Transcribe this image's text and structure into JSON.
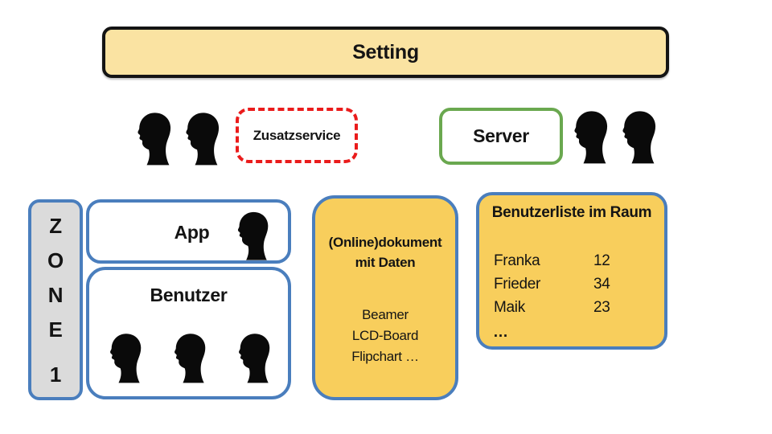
{
  "colors": {
    "light_yellow": "#FAE3A2",
    "orange": "#F8CE5C",
    "blue": "#4A7EBD",
    "green": "#6AA84F",
    "red": "#EA1B1B",
    "gray": "#DBDBDB",
    "ink": "#141414"
  },
  "icons": {
    "person": "person-icon"
  },
  "setting": {
    "label": "Setting"
  },
  "zusatzservice": {
    "label": "Zusatzservice"
  },
  "server": {
    "label": "Server"
  },
  "zone": {
    "letters": [
      "Z",
      "O",
      "N",
      "E"
    ],
    "number": "1"
  },
  "app": {
    "label": "App"
  },
  "benutzer": {
    "label": "Benutzer"
  },
  "dokument": {
    "title_line1": "(Online)dokument",
    "title_line2": "mit Daten",
    "items": [
      "Beamer",
      "LCD-Board",
      "Flipchart …"
    ]
  },
  "benutzerliste": {
    "title": "Benutzerliste im Raum",
    "rows": [
      {
        "name": "Franka",
        "value": "12"
      },
      {
        "name": "Frieder",
        "value": "34"
      },
      {
        "name": "Maik",
        "value": "23"
      }
    ],
    "ellipsis": "…"
  }
}
